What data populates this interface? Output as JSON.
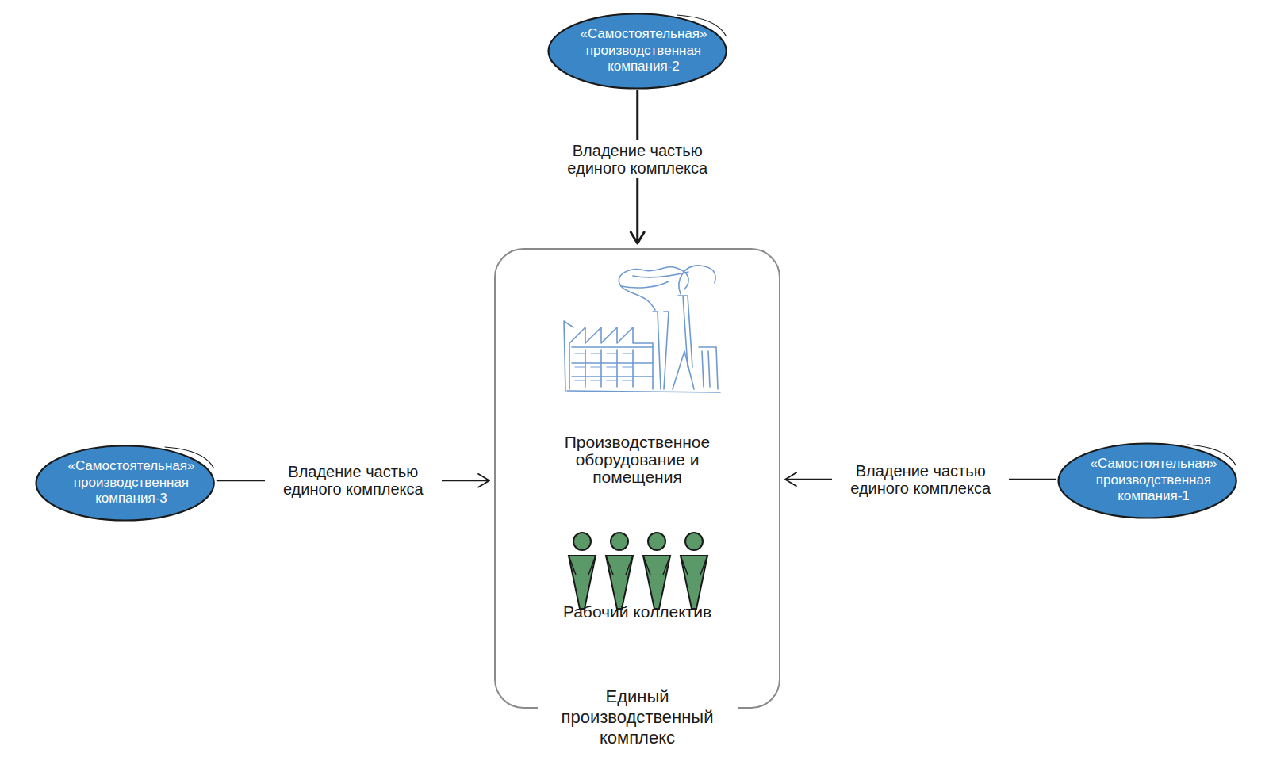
{
  "diagram": {
    "nodes": [
      {
        "text": [
          "«Самостоятельная» производственная компания-2"
        ]
      },
      {
        "text": [
          "Производственное оборудование и помещения",
          "Рабочий коллектив",
          "Единый производственный комплекс"
        ]
      },
      {
        "text": [
          "«Самостоятельная» производственная компания-3"
        ]
      },
      {
        "text": [
          "«Самостоятельная» производственная компания-1"
        ]
      }
    ],
    "edges": [
      {
        "from": 0,
        "to": 1,
        "arrow": "to",
        "label": "Владение частью единого комплекса"
      },
      {
        "from": 2,
        "to": 1,
        "arrow": "to",
        "label": "Владение частью единого комплекса"
      },
      {
        "from": 3,
        "to": 1,
        "arrow": "to",
        "label": "Владение частью единого комплекса"
      }
    ]
  }
}
